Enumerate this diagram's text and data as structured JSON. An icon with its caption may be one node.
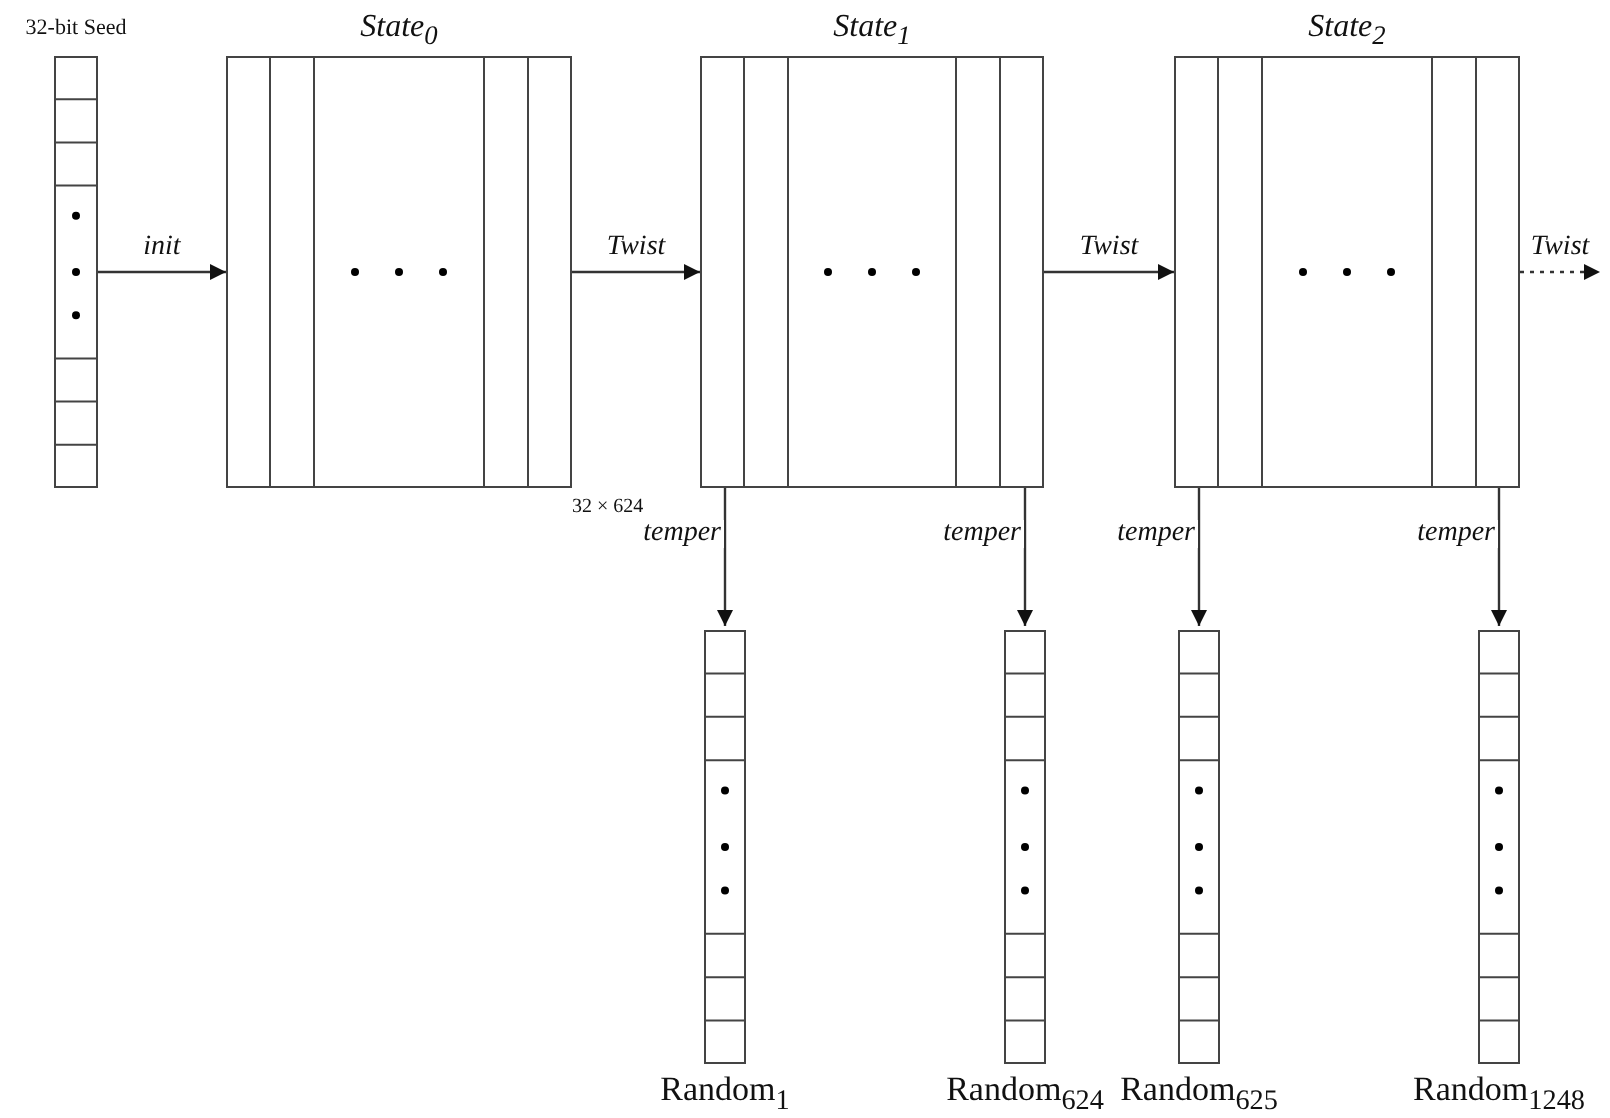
{
  "diagram": {
    "nodes": [
      {
        "text": [
          "32-bit Seed"
        ]
      },
      {
        "text": [
          "State$_{0}$"
        ],
        "beside": [
          "32 × 624"
        ]
      },
      {
        "text": [
          "State$_{1}$"
        ]
      },
      {
        "text": [
          "State$_{2}$"
        ]
      },
      {
        "text": [
          "Random$_{1}$"
        ]
      },
      {
        "text": [
          "Random$_{624}$"
        ]
      },
      {
        "text": [
          "Random$_{625}$"
        ]
      },
      {
        "text": [
          "Random$_{1248}$"
        ]
      }
    ],
    "edges": [
      {
        "from": 0,
        "to": 1,
        "arrow": "to",
        "label": "init"
      },
      {
        "from": 1,
        "to": 2,
        "arrow": "to",
        "label": "Twist"
      },
      {
        "from": 2,
        "to": 3,
        "arrow": "to",
        "label": "Twist"
      },
      {
        "from": 3,
        "to": null,
        "arrow": "to",
        "label": "Twist",
        "style": "dashed"
      },
      {
        "from": 2,
        "to": 4,
        "arrow": "to",
        "label": "temper"
      },
      {
        "from": 2,
        "to": 5,
        "arrow": "to",
        "label": "temper"
      },
      {
        "from": 3,
        "to": 6,
        "arrow": "to",
        "label": "temper"
      },
      {
        "from": 3,
        "to": 7,
        "arrow": "to",
        "label": "temper"
      }
    ]
  }
}
